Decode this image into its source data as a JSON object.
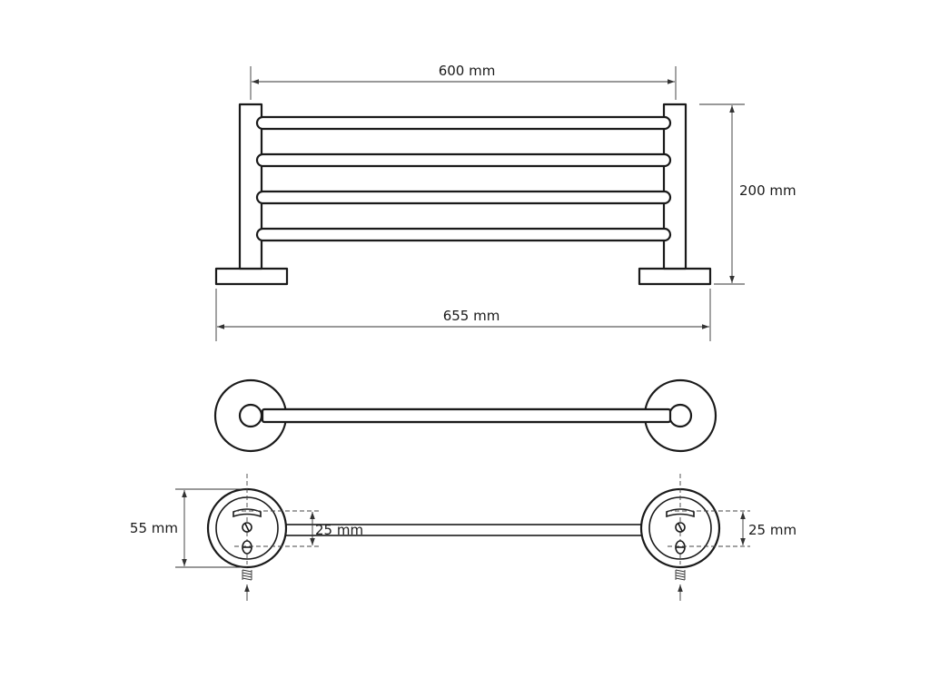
{
  "dimensions": {
    "rail_inner_width": "600 mm",
    "rack_height": "200 mm",
    "overall_width": "655 mm",
    "base_diameter": "55 mm",
    "hole_spacing_left": "25 mm",
    "hole_spacing_right": "25 mm"
  },
  "colors": {
    "line": "#1a1a1a",
    "background": "#ffffff"
  }
}
